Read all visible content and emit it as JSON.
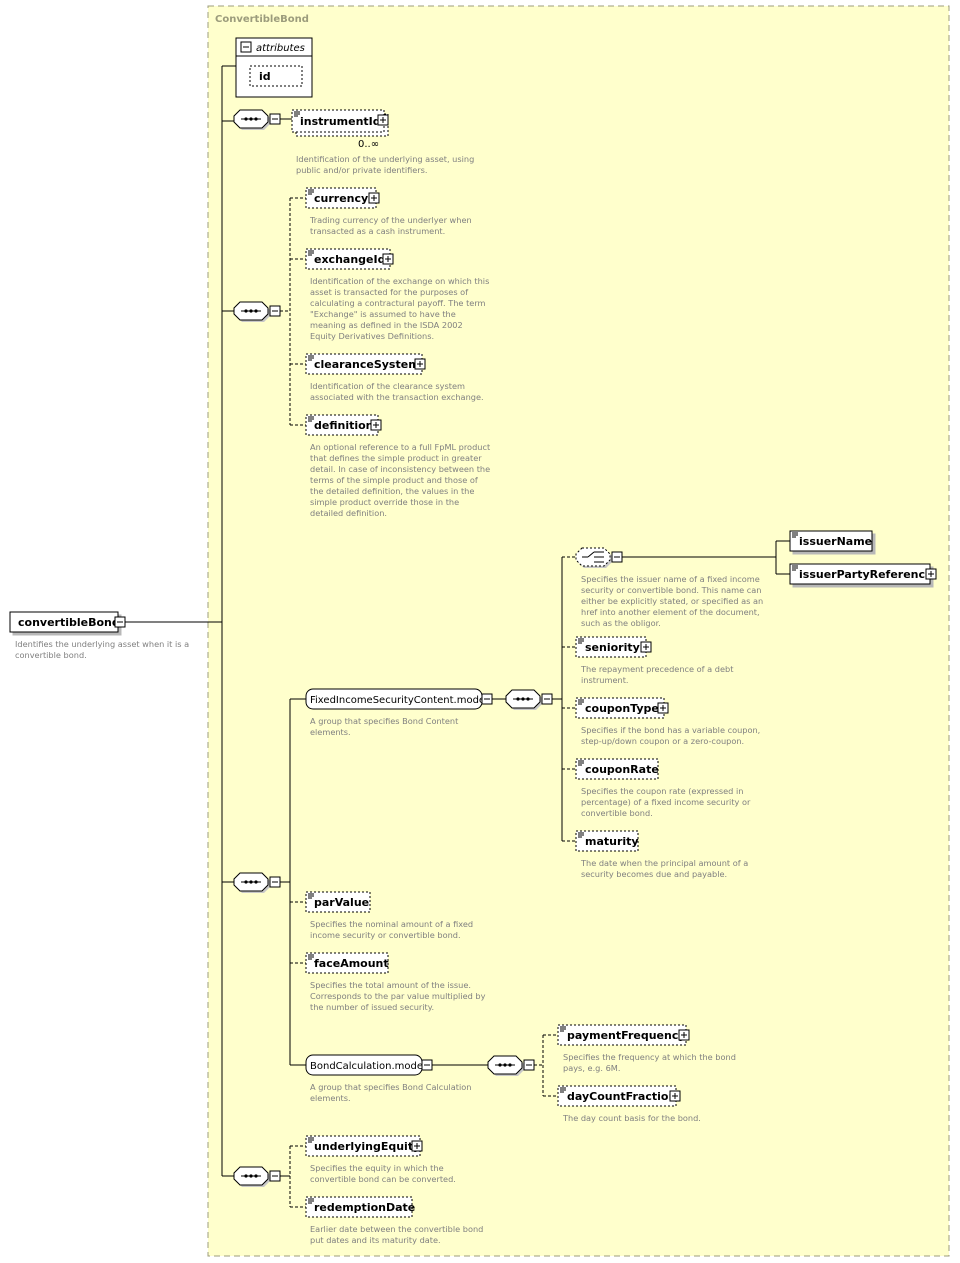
{
  "root": {
    "name": "convertibleBond",
    "doc": [
      "Identifies the underlying asset when it is a",
      "convertible bond."
    ]
  },
  "type": {
    "name": "ConvertibleBond"
  },
  "attributes": {
    "label": "attributes",
    "items": [
      "id"
    ]
  },
  "elements": {
    "instrumentId": {
      "name": "instrumentId",
      "cardinality": "0..∞",
      "doc": [
        "Identification of the underlying asset, using",
        "public and/or private identifiers."
      ]
    },
    "currency": {
      "name": "currency",
      "doc": [
        "Trading currency of the underlyer when",
        "transacted as a cash instrument."
      ]
    },
    "exchangeId": {
      "name": "exchangeId",
      "doc": [
        "Identification of the exchange on which this",
        "asset is transacted for the purposes of",
        "calculating a contractural payoff. The term",
        "\"Exchange\" is assumed to have the",
        "meaning as defined in the ISDA 2002",
        "Equity Derivatives Definitions."
      ]
    },
    "clearanceSystem": {
      "name": "clearanceSystem",
      "doc": [
        "Identification of the clearance system",
        "associated with the transaction exchange."
      ]
    },
    "definition": {
      "name": "definition",
      "doc": [
        "An optional reference to a full FpML product",
        "that defines the simple product in greater",
        "detail. In case of inconsistency between the",
        "terms of the simple product and those of",
        "the detailed definition, the values in the",
        "simple product override those in the",
        "detailed definition."
      ]
    },
    "issuerName": {
      "name": "issuerName"
    },
    "issuerPartyReference": {
      "name": "issuerPartyReference"
    },
    "issuerChoice": {
      "doc": [
        "Specifies the issuer name of a fixed income",
        "security or convertible bond. This name can",
        "either be explicitly stated, or specified as an",
        "href into another element of the document,",
        "such as the obligor."
      ]
    },
    "seniority": {
      "name": "seniority",
      "doc": [
        "The repayment precedence of a debt",
        "instrument."
      ]
    },
    "couponType": {
      "name": "couponType",
      "doc": [
        "Specifies if the bond has a variable coupon,",
        "step-up/down coupon or a zero-coupon."
      ]
    },
    "couponRate": {
      "name": "couponRate",
      "doc": [
        "Specifies the coupon rate (expressed in",
        "percentage) of a fixed income security or",
        "convertible bond."
      ]
    },
    "maturity": {
      "name": "maturity",
      "doc": [
        "The date when the principal amount of a",
        "security becomes due and payable."
      ]
    },
    "parValue": {
      "name": "parValue",
      "doc": [
        "Specifies the nominal amount of a fixed",
        "income security or convertible bond."
      ]
    },
    "faceAmount": {
      "name": "faceAmount",
      "doc": [
        "Specifies the total amount of the issue.",
        "Corresponds to the par value multiplied by",
        "the number of issued security."
      ]
    },
    "paymentFrequency": {
      "name": "paymentFrequency",
      "doc": [
        "Specifies the frequency at which the bond",
        "pays, e.g. 6M."
      ]
    },
    "dayCountFraction": {
      "name": "dayCountFraction",
      "doc": [
        "The day count basis for the bond."
      ]
    },
    "underlyingEquity": {
      "name": "underlyingEquity",
      "doc": [
        "Specifies the equity in which the",
        "convertible bond can be converted."
      ]
    },
    "redemptionDate": {
      "name": "redemptionDate",
      "doc": [
        "Earlier date between the convertible bond",
        "put dates and its maturity date."
      ]
    }
  },
  "groups": {
    "fixedIncome": {
      "name": "FixedIncomeSecurityContent.model",
      "doc": [
        "A group that specifies Bond Content",
        "elements."
      ]
    },
    "bondCalc": {
      "name": "BondCalculation.model",
      "doc": [
        "A group that specifies Bond Calculation",
        "elements."
      ]
    }
  },
  "colors": {
    "typeFill": "#ffffcc",
    "typeBorder": "#9c9c7c",
    "doc": "#808080",
    "groupFill": "#ffffff",
    "shadow": "#c0c0c0"
  }
}
